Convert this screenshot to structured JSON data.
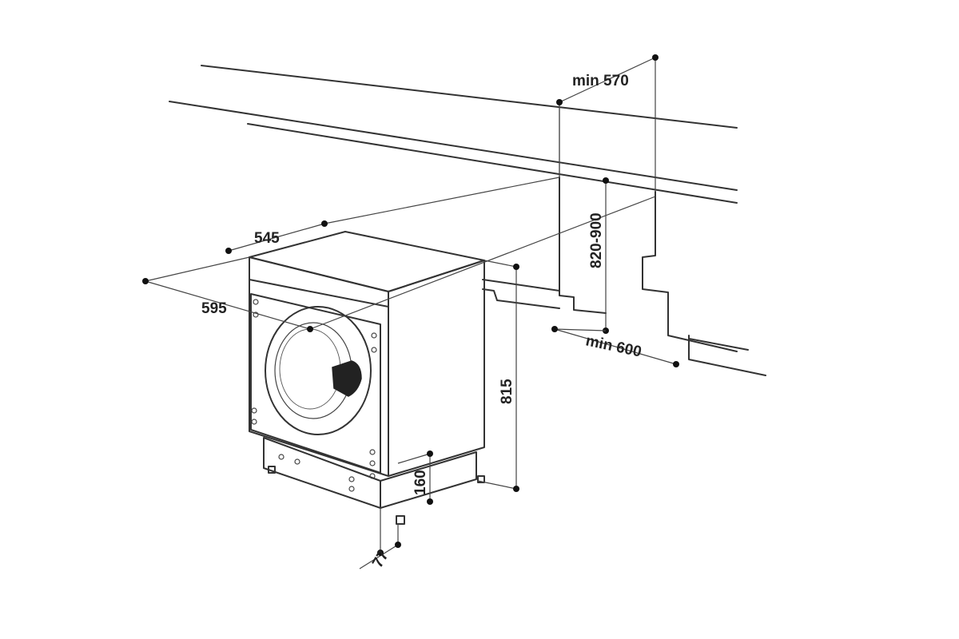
{
  "dimensions": {
    "min_570": "min 570",
    "range_820_900": "820-900",
    "d545": "545",
    "d595": "595",
    "min_600": "min 600",
    "d815": "815",
    "d160": "160",
    "d77": "77"
  }
}
